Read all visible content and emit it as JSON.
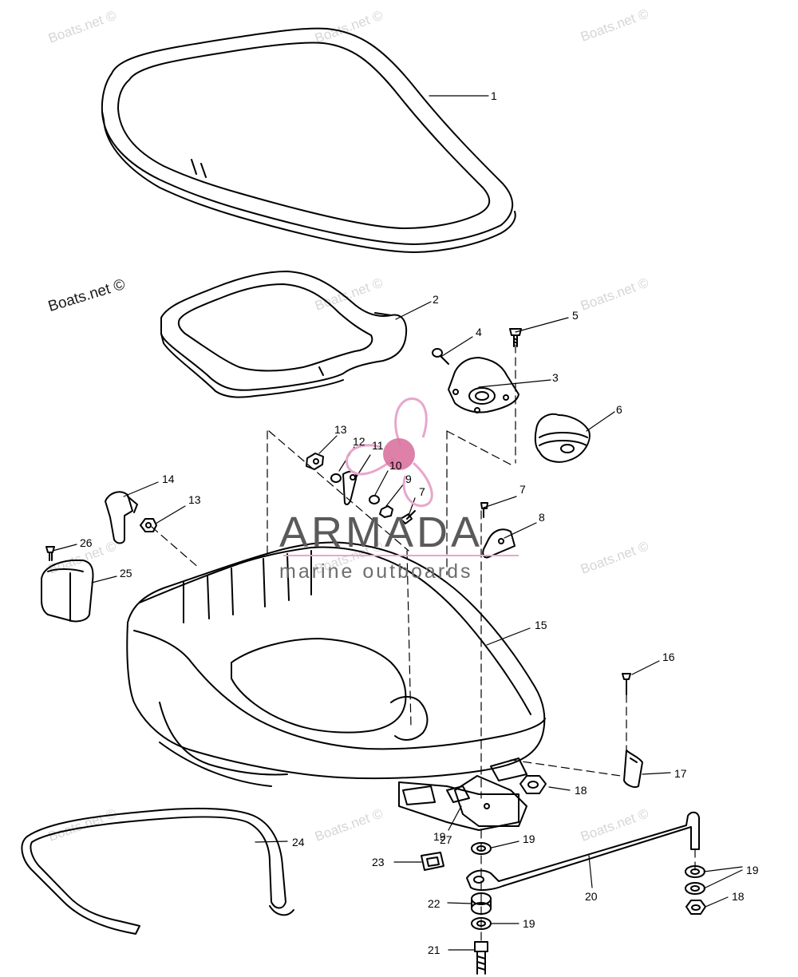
{
  "watermarks": {
    "text_light": "Boats.net ©",
    "text_dark": "Boats.net ©"
  },
  "logo": {
    "name": "ARMADA",
    "subtitle": "marine outboards",
    "accent_color": "#e8a6cb"
  },
  "callouts": [
    "1",
    "2",
    "3",
    "4",
    "5",
    "6",
    "7",
    "7",
    "8",
    "9",
    "10",
    "11",
    "12",
    "13",
    "13",
    "14",
    "15",
    "16",
    "17",
    "18",
    "18",
    "19",
    "19",
    "19",
    "19",
    "20",
    "21",
    "22",
    "23",
    "24",
    "25",
    "26",
    "27"
  ]
}
